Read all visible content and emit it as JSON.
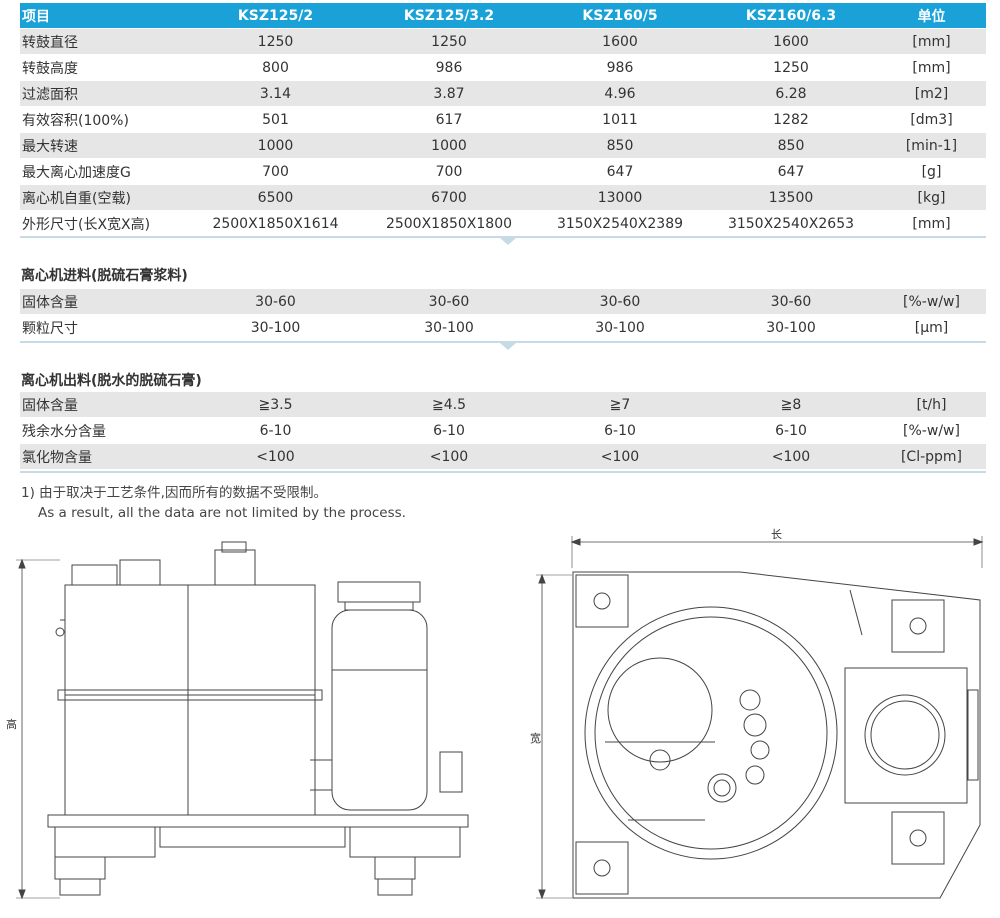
{
  "table1": {
    "header": [
      "项目",
      "KSZ125/2",
      "KSZ125/3.2",
      "KSZ160/5",
      "KSZ160/6.3",
      "单位"
    ],
    "rows": [
      [
        "转鼓直径",
        "1250",
        "1250",
        "1600",
        "1600",
        "[mm]"
      ],
      [
        "转鼓高度",
        "800",
        "986",
        "986",
        "1250",
        "[mm]"
      ],
      [
        "过滤面积",
        "3.14",
        "3.87",
        "4.96",
        "6.28",
        "[m2]"
      ],
      [
        "有效容积(100%)",
        "501",
        "617",
        "1011",
        "1282",
        "[dm3]"
      ],
      [
        "最大转速",
        "1000",
        "1000",
        "850",
        "850",
        "[min-1]"
      ],
      [
        "最大离心加速度G",
        "700",
        "700",
        "647",
        "647",
        "[g]"
      ],
      [
        "离心机自重(空载)",
        "6500",
        "6700",
        "13000",
        "13500",
        "[kg]"
      ],
      [
        "外形尺寸(长X宽X高)",
        "2500X1850X1614",
        "2500X1850X1800",
        "3150X2540X2389",
        "3150X2540X2653",
        "[mm]"
      ]
    ]
  },
  "section2": {
    "title": "离心机进料(脱硫石膏浆料)",
    "rows": [
      [
        "固体含量",
        "30-60",
        "30-60",
        "30-60",
        "30-60",
        "[%-w/w]"
      ],
      [
        "颗粒尺寸",
        "30-100",
        "30-100",
        "30-100",
        "30-100",
        "[µm]"
      ]
    ]
  },
  "section3": {
    "title": "离心机出料(脱水的脱硫石膏)",
    "rows": [
      [
        "固体含量",
        "≧3.5",
        "≧4.5",
        "≧7",
        "≧8",
        "[t/h]"
      ],
      [
        "残余水分含量",
        "6-10",
        "6-10",
        "6-10",
        "6-10",
        "[%-w/w]"
      ],
      [
        "氯化物含量",
        "<100",
        "<100",
        "<100",
        "<100",
        "[Cl-ppm]"
      ]
    ]
  },
  "note": {
    "line1": "1) 由于取决于工艺条件,因而所有的数据不受限制。",
    "line2": "As a result, all the data are not limited by the process."
  },
  "drawing": {
    "height_label": "高",
    "length_label": "长",
    "width_label": "宽"
  },
  "colors": {
    "header_bg": "#1aa2d8",
    "row_alt": "#e6e6e6",
    "separator": "#c6dbe6"
  }
}
